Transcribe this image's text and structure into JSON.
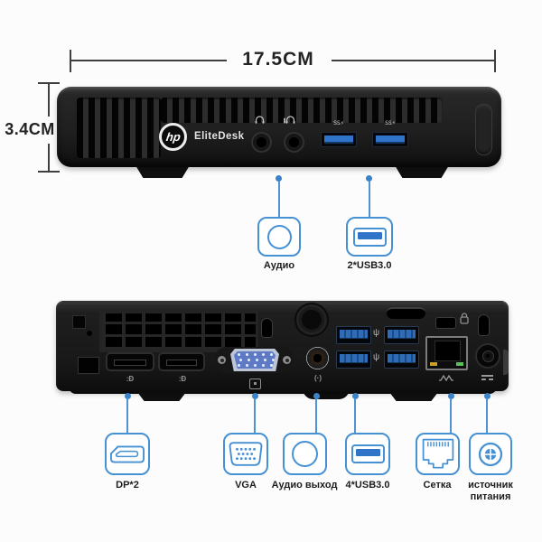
{
  "colors": {
    "accent_blue": "#4690d4",
    "usb_port_blue": "#2f74c8",
    "label_text": "#1d1d1d",
    "dimension_line": "#3f3f3f",
    "device_black": "#1a1a1a"
  },
  "dimensions": {
    "width": "17.5CM",
    "height": "3.4CM"
  },
  "front_view": {
    "brand": "hp",
    "model": "EliteDesk",
    "usb_badge": "SS⚡"
  },
  "rear_view": {
    "dp_glyph": ":Đ",
    "usb_glyph": "ψ",
    "audio_glyph": "(·)"
  },
  "front_callouts": [
    {
      "label": "Аудио",
      "icon": "audio-jack-icon"
    },
    {
      "label": "2*USB3.0",
      "icon": "usb-port-icon"
    }
  ],
  "rear_callouts": [
    {
      "label": "DP*2",
      "icon": "displayport-icon"
    },
    {
      "label": "VGA",
      "icon": "vga-icon"
    },
    {
      "label": "Аудио выход",
      "icon": "audio-jack-icon"
    },
    {
      "label": "4*USB3.0",
      "icon": "usb-port-icon"
    },
    {
      "label": "Сетка",
      "icon": "ethernet-icon"
    },
    {
      "label": "источник питания",
      "icon": "power-icon"
    }
  ]
}
